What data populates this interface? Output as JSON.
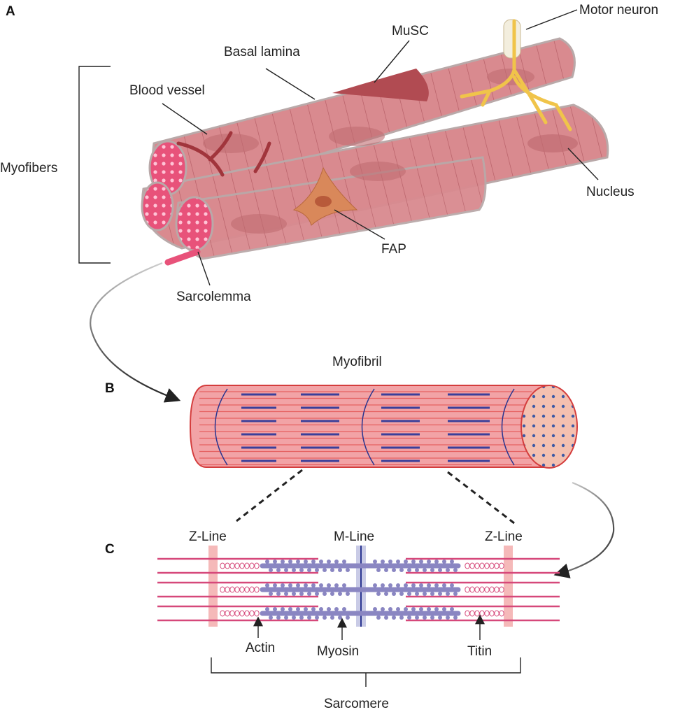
{
  "panels": {
    "a": "A",
    "b": "B",
    "c": "C"
  },
  "labels": {
    "motor_neuron": "Motor neuron",
    "musc": "MuSC",
    "basal_lamina": "Basal lamina",
    "blood_vessel": "Blood vessel",
    "myofibers": "Myofibers",
    "nucleus": "Nucleus",
    "fap": "FAP",
    "sarcolemma": "Sarcolemma",
    "myofibril": "Myofibril",
    "z_line_left": "Z-Line",
    "m_line": "M-Line",
    "z_line_right": "Z-Line",
    "actin": "Actin",
    "myosin": "Myosin",
    "titin": "Titin",
    "sarcomere": "Sarcomere"
  },
  "colors": {
    "muscle": "#d98a8f",
    "muscle_dark": "#b45c64",
    "muscle_stripe": "#c97177",
    "fiber_end": "#e8527a",
    "nerve": "#f0c44a",
    "fap": "#d9885a",
    "myofibril_red": "#e2504f",
    "myofibril_blue": "#3a3f9a",
    "myosin": "#8a86c2",
    "actin": "#d6487a",
    "zline": "#f5b9b9"
  }
}
